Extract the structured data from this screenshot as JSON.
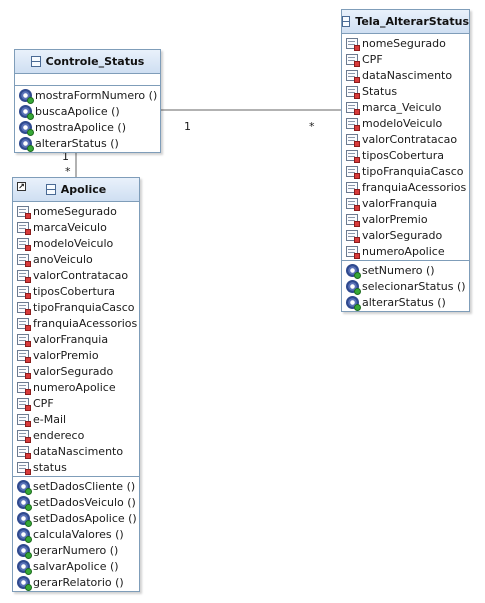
{
  "classes": {
    "controle": {
      "name": "Controle_Status",
      "attributes": [],
      "methods": [
        "mostraFormNumero ()",
        "buscaApolice ()",
        "mostraApolice ()",
        "alterarStatus ()"
      ]
    },
    "tela": {
      "name": "Tela_AlterarStatus",
      "attributes": [
        "nomeSegurado",
        "CPF",
        "dataNascimento",
        "Status",
        "marca_Veiculo",
        "modeloVeiculo",
        "valorContratacao",
        "tiposCobertura",
        "tipoFranquiaCasco",
        "franquiaAcessorios",
        "valorFranquia",
        "valorPremio",
        "valorSegurado",
        "numeroApolice"
      ],
      "methods": [
        "setNumero ()",
        "selecionarStatus ()",
        "alterarStatus ()"
      ]
    },
    "apolice": {
      "name": "Apolice",
      "attributes": [
        "nomeSegurado",
        "marcaVeiculo",
        "modeloVeiculo",
        "anoVeiculo",
        "valorContratacao",
        "tiposCobertura",
        "tipoFranquiaCasco",
        "franquiaAcessorios",
        "valorFranquia",
        "valorPremio",
        "valorSegurado",
        "numeroApolice",
        "CPF",
        "e-Mail",
        "endereco",
        "dataNascimento",
        "status"
      ],
      "methods": [
        "setDadosCliente ()",
        "setDadosVeiculo ()",
        "setDadosApolice ()",
        "calculaValores ()",
        "gerarNumero ()",
        "salvarApolice ()",
        "gerarRelatorio ()"
      ]
    }
  },
  "associations": {
    "controle_tela": {
      "source_multiplicity": "1",
      "target_multiplicity": "*"
    },
    "controle_apolice": {
      "source_multiplicity": "1",
      "target_multiplicity": "*"
    }
  },
  "colors": {
    "border": "#7f9db9",
    "header": "#cfdff2",
    "line": "#666666"
  }
}
